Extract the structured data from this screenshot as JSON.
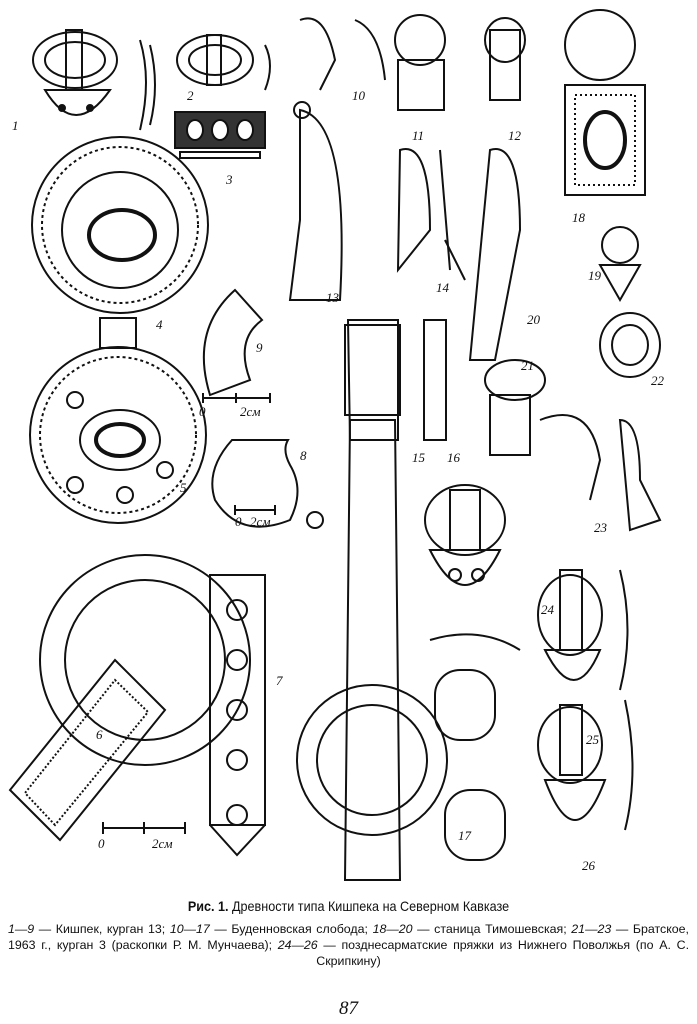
{
  "figure": {
    "labels": [
      "1",
      "2",
      "3",
      "4",
      "5",
      "6",
      "7",
      "8",
      "9",
      "10",
      "11",
      "12",
      "13",
      "14",
      "15",
      "16",
      "17",
      "18",
      "19",
      "20",
      "21",
      "22",
      "23",
      "24",
      "25",
      "26"
    ],
    "scale_zero": "0",
    "scale_unit": "2см"
  },
  "caption": {
    "title_prefix": "Рис. 1.",
    "title": "Древности типа Кишпека на Северном Кавказе",
    "items": [
      {
        "range": "1—9",
        "text": " — Кишпек, курган 13; "
      },
      {
        "range": "10—17",
        "text": " — Буденновская слобода; "
      },
      {
        "range": "18—20",
        "text": " — станица Тимошевская; "
      },
      {
        "range": "21—23",
        "text": " — Братское, 1963 г., курган 3 (раскопки Р. М. Мунчаева); "
      },
      {
        "range": "24—26",
        "text": " — позднесарматские пряжки из Нижнего Поволжья (по А. С. Скрипкину)"
      }
    ]
  },
  "page_number": "87"
}
